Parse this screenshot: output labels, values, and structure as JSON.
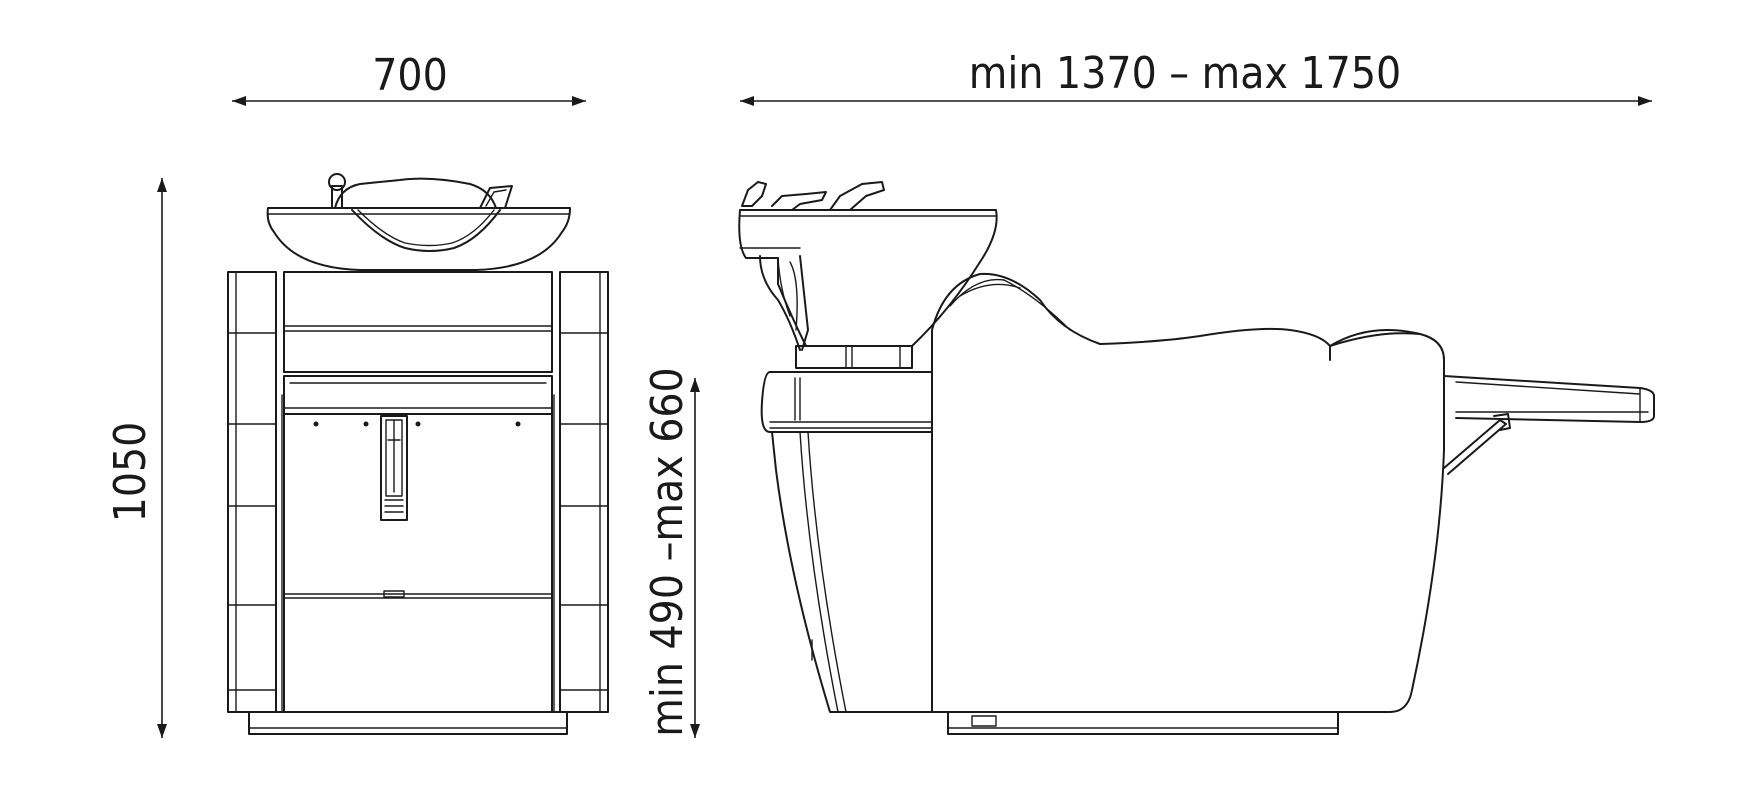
{
  "dimensions": {
    "front_width": "700",
    "side_length": "min 1370 – max 1750",
    "total_height": "1050",
    "seat_height": "min 490 –max 660"
  }
}
